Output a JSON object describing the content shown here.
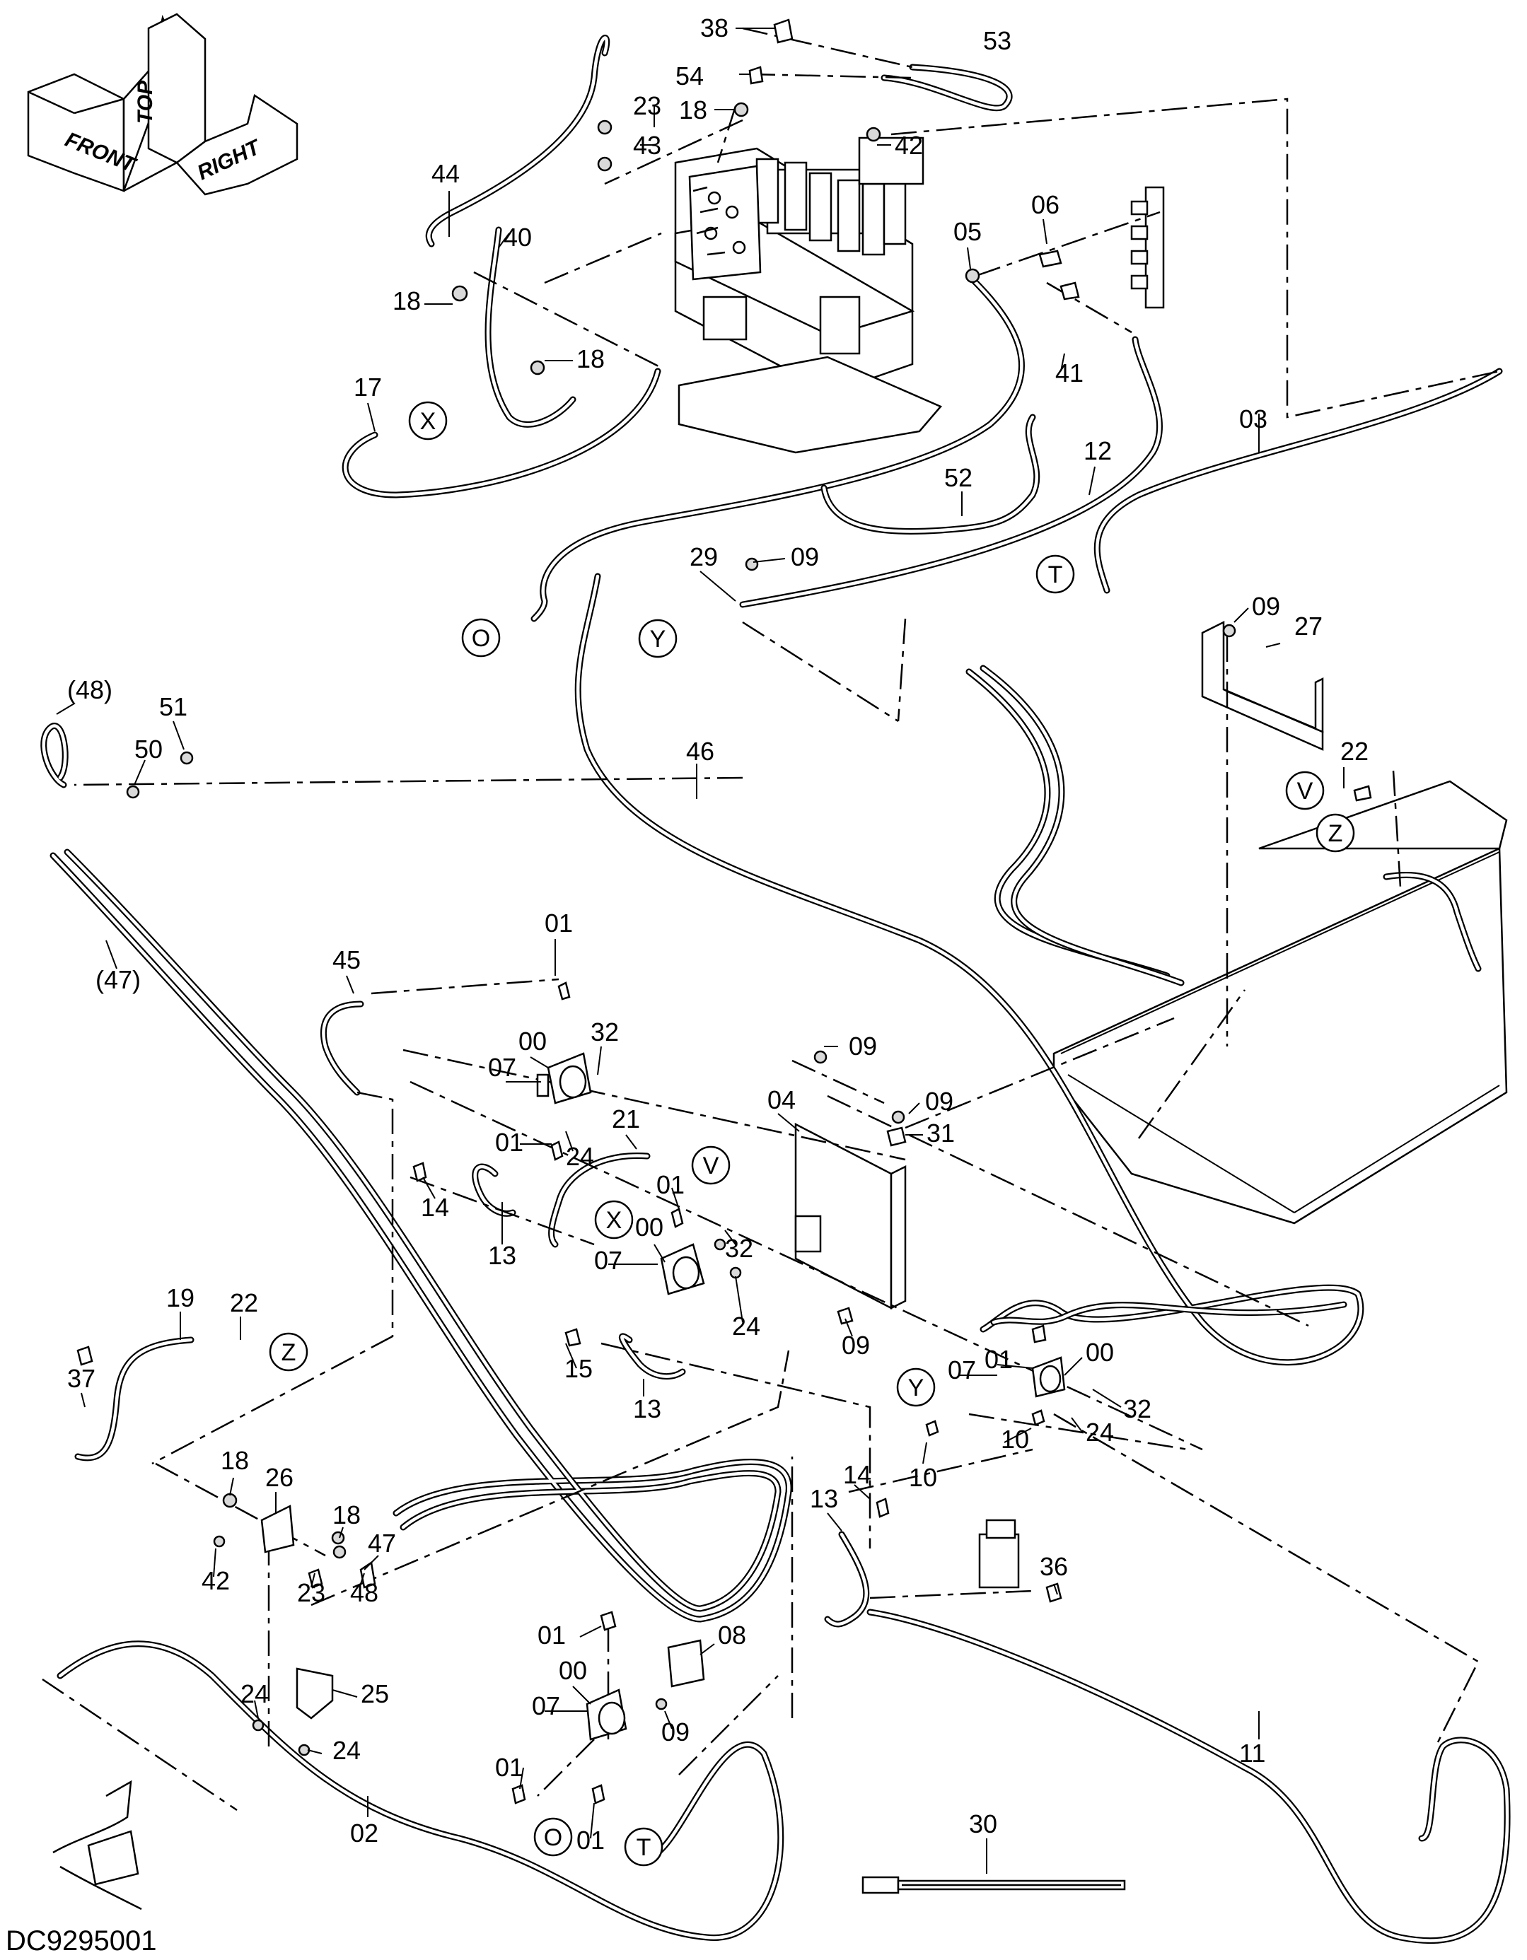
{
  "drawing_code": "DC9295001",
  "orientation": {
    "front": "FRONT",
    "top": "TOP",
    "right": "RIGHT"
  },
  "callouts": [
    {
      "id": "c38",
      "text": "38"
    },
    {
      "id": "c53",
      "text": "53"
    },
    {
      "id": "c54",
      "text": "54"
    },
    {
      "id": "c23a",
      "text": "23"
    },
    {
      "id": "c18a",
      "text": "18"
    },
    {
      "id": "c43",
      "text": "43"
    },
    {
      "id": "c42a",
      "text": "42"
    },
    {
      "id": "c44",
      "text": "44"
    },
    {
      "id": "c40",
      "text": "40"
    },
    {
      "id": "c18b",
      "text": "18"
    },
    {
      "id": "c18c",
      "text": "18"
    },
    {
      "id": "c17",
      "text": "17"
    },
    {
      "id": "c06",
      "text": "06"
    },
    {
      "id": "c05",
      "text": "05"
    },
    {
      "id": "c41",
      "text": "41"
    },
    {
      "id": "c03",
      "text": "03"
    },
    {
      "id": "c52",
      "text": "52"
    },
    {
      "id": "c12",
      "text": "12"
    },
    {
      "id": "c29",
      "text": "29"
    },
    {
      "id": "c09a",
      "text": "09"
    },
    {
      "id": "c09b",
      "text": "09"
    },
    {
      "id": "c27",
      "text": "27"
    },
    {
      "id": "c48p",
      "text": "(48)"
    },
    {
      "id": "c51",
      "text": "51"
    },
    {
      "id": "c50",
      "text": "50"
    },
    {
      "id": "c46",
      "text": "46"
    },
    {
      "id": "c22a",
      "text": "22"
    },
    {
      "id": "c47p",
      "text": "(47)"
    },
    {
      "id": "c45",
      "text": "45"
    },
    {
      "id": "c01a",
      "text": "01"
    },
    {
      "id": "c32a",
      "text": "32"
    },
    {
      "id": "c00a",
      "text": "00"
    },
    {
      "id": "c07a",
      "text": "07"
    },
    {
      "id": "c09c",
      "text": "09"
    },
    {
      "id": "c04",
      "text": "04"
    },
    {
      "id": "c09d",
      "text": "09"
    },
    {
      "id": "c01b",
      "text": "01"
    },
    {
      "id": "c24a",
      "text": "24"
    },
    {
      "id": "c21",
      "text": "21"
    },
    {
      "id": "c31",
      "text": "31"
    },
    {
      "id": "c14a",
      "text": "14"
    },
    {
      "id": "c13a",
      "text": "13"
    },
    {
      "id": "c01c",
      "text": "01"
    },
    {
      "id": "c00b",
      "text": "00"
    },
    {
      "id": "c07b",
      "text": "07"
    },
    {
      "id": "c32b",
      "text": "32"
    },
    {
      "id": "c24b",
      "text": "24"
    },
    {
      "id": "c09e",
      "text": "09"
    },
    {
      "id": "c15",
      "text": "15"
    },
    {
      "id": "c13b",
      "text": "13"
    },
    {
      "id": "c19",
      "text": "19"
    },
    {
      "id": "c22b",
      "text": "22"
    },
    {
      "id": "c37",
      "text": "37"
    },
    {
      "id": "c07c",
      "text": "07"
    },
    {
      "id": "c01d",
      "text": "01"
    },
    {
      "id": "c00c",
      "text": "00"
    },
    {
      "id": "c32c",
      "text": "32"
    },
    {
      "id": "c24c",
      "text": "24"
    },
    {
      "id": "c10a",
      "text": "10"
    },
    {
      "id": "c10b",
      "text": "10"
    },
    {
      "id": "c18d",
      "text": "18"
    },
    {
      "id": "c26",
      "text": "26"
    },
    {
      "id": "c18e",
      "text": "18"
    },
    {
      "id": "c47",
      "text": "47"
    },
    {
      "id": "c42b",
      "text": "42"
    },
    {
      "id": "c23b",
      "text": "23"
    },
    {
      "id": "c48",
      "text": "48"
    },
    {
      "id": "c14b",
      "text": "14"
    },
    {
      "id": "c13c",
      "text": "13"
    },
    {
      "id": "c36",
      "text": "36"
    },
    {
      "id": "c01e",
      "text": "01"
    },
    {
      "id": "c08",
      "text": "08"
    },
    {
      "id": "c00d",
      "text": "00"
    },
    {
      "id": "c07d",
      "text": "07"
    },
    {
      "id": "c24d",
      "text": "24"
    },
    {
      "id": "c25",
      "text": "25"
    },
    {
      "id": "c24e",
      "text": "24"
    },
    {
      "id": "c09f",
      "text": "09"
    },
    {
      "id": "c01f",
      "text": "01"
    },
    {
      "id": "c01g",
      "text": "01"
    },
    {
      "id": "c02",
      "text": "02"
    },
    {
      "id": "c11",
      "text": "11"
    },
    {
      "id": "c30",
      "text": "30"
    }
  ],
  "connection_markers": [
    {
      "id": "mX1",
      "text": "X"
    },
    {
      "id": "mO1",
      "text": "O"
    },
    {
      "id": "mY1",
      "text": "Y"
    },
    {
      "id": "mT1",
      "text": "T"
    },
    {
      "id": "mV1",
      "text": "V"
    },
    {
      "id": "mZ1",
      "text": "Z"
    },
    {
      "id": "mV2",
      "text": "V"
    },
    {
      "id": "mX2",
      "text": "X"
    },
    {
      "id": "mZ2",
      "text": "Z"
    },
    {
      "id": "mY2",
      "text": "Y"
    },
    {
      "id": "mO2",
      "text": "O"
    },
    {
      "id": "mT2",
      "text": "T"
    }
  ]
}
